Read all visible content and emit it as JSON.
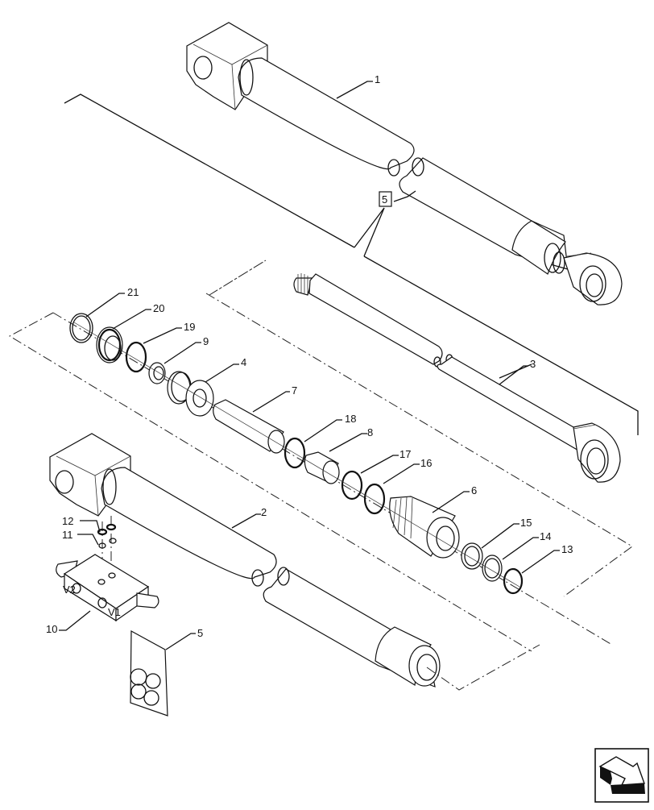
{
  "diagram": {
    "type": "exploded-parts-view",
    "subject": "Hydraulic cylinder assembly",
    "callouts": [
      {
        "id": "c1",
        "label": "1",
        "part": "cylinder-assembly"
      },
      {
        "id": "c2",
        "label": "2",
        "part": "cylinder-barrel"
      },
      {
        "id": "c3",
        "label": "3",
        "part": "piston-rod"
      },
      {
        "id": "c4",
        "label": "4",
        "part": "piston"
      },
      {
        "id": "c5",
        "label": "5",
        "part": "seal-kit"
      },
      {
        "id": "c5b",
        "label": "5",
        "part": "seal-kit-reference-box"
      },
      {
        "id": "c6",
        "label": "6",
        "part": "gland"
      },
      {
        "id": "c7",
        "label": "7",
        "part": "spacer-tube"
      },
      {
        "id": "c8",
        "label": "8",
        "part": "bushing"
      },
      {
        "id": "c9",
        "label": "9",
        "part": "lock-nut"
      },
      {
        "id": "c10",
        "label": "10",
        "part": "valve-block"
      },
      {
        "id": "c11",
        "label": "11",
        "part": "o-ring"
      },
      {
        "id": "c12",
        "label": "12",
        "part": "seal-washer"
      },
      {
        "id": "c13",
        "label": "13",
        "part": "wiper-ring"
      },
      {
        "id": "c14",
        "label": "14",
        "part": "rod-seal"
      },
      {
        "id": "c15",
        "label": "15",
        "part": "seal-ring"
      },
      {
        "id": "c16",
        "label": "16",
        "part": "o-ring"
      },
      {
        "id": "c17",
        "label": "17",
        "part": "backup-ring"
      },
      {
        "id": "c18",
        "label": "18",
        "part": "o-ring"
      },
      {
        "id": "c19",
        "label": "19",
        "part": "o-ring"
      },
      {
        "id": "c20",
        "label": "20",
        "part": "piston-seal"
      },
      {
        "id": "c21",
        "label": "21",
        "part": "wear-ring"
      }
    ],
    "valve_port_labels": [
      "V2",
      "V1"
    ],
    "nav_icon": "next-page-arrow-icon"
  }
}
